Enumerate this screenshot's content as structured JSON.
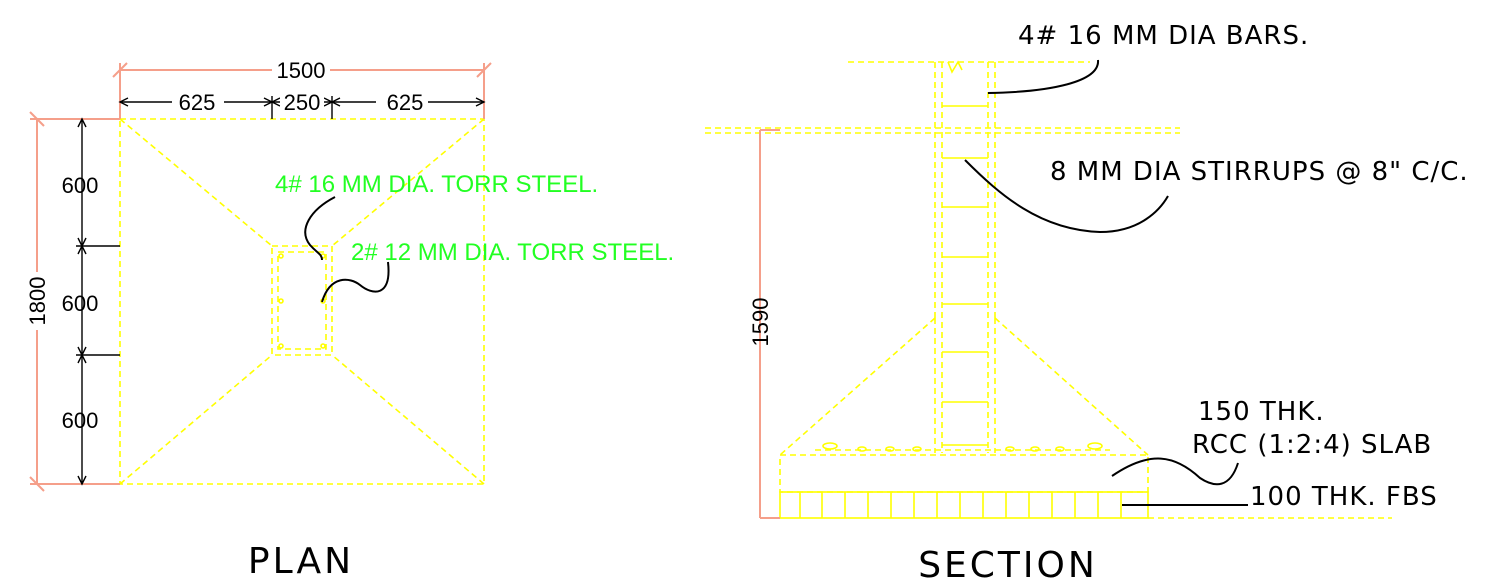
{
  "plan": {
    "title": "PLAN",
    "dim_total_width": "1500",
    "dim_left": "625",
    "dim_center": "250",
    "dim_right": "625",
    "dim_total_height": "1800",
    "dim_row1": "600",
    "dim_row2": "600",
    "dim_row3": "600",
    "label_main_bars": "4# 16 MM DIA. TORR STEEL.",
    "label_extra_bars": "2# 12 MM DIA. TORR STEEL."
  },
  "section": {
    "title": "SECTION",
    "dim_height": "1590",
    "label_bars": "4# 16 MM DIA BARS.",
    "label_stirrups": "8 MM DIA STIRRUPS @ 8\" C/C.",
    "label_slab_line1": "150 THK.",
    "label_slab_line2": "RCC (1:2:4) SLAB",
    "label_fbs": "100 THK. FBS"
  },
  "colors": {
    "concrete_lines": "#ffff00",
    "dimension_lines": "#f59f8a",
    "annotation_text": "#22ff22"
  }
}
